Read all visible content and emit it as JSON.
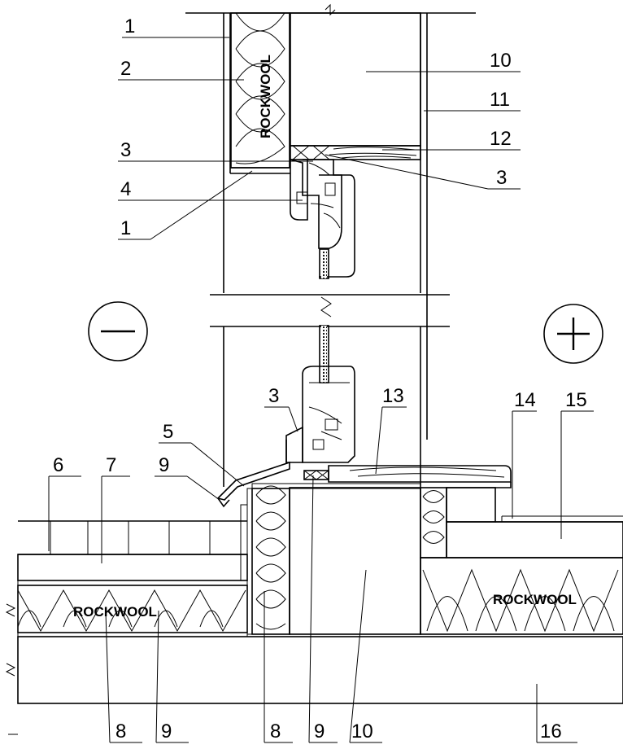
{
  "diagram": {
    "insulation_brand": "ROCKWOOL",
    "zone_outside_symbol": "—",
    "zone_inside_symbol": "+",
    "callouts": [
      {
        "id": "c1a",
        "text": "1"
      },
      {
        "id": "c2",
        "text": "2"
      },
      {
        "id": "c3a",
        "text": "3"
      },
      {
        "id": "c4",
        "text": "4"
      },
      {
        "id": "c1b",
        "text": "1"
      },
      {
        "id": "c10a",
        "text": "10"
      },
      {
        "id": "c11",
        "text": "11"
      },
      {
        "id": "c12",
        "text": "12"
      },
      {
        "id": "c3b",
        "text": "3"
      },
      {
        "id": "c3c",
        "text": "3"
      },
      {
        "id": "c13",
        "text": "13"
      },
      {
        "id": "c14",
        "text": "14"
      },
      {
        "id": "c15",
        "text": "15"
      },
      {
        "id": "c5",
        "text": "5"
      },
      {
        "id": "c6",
        "text": "6"
      },
      {
        "id": "c7",
        "text": "7"
      },
      {
        "id": "c9a",
        "text": "9"
      },
      {
        "id": "c8a",
        "text": "8"
      },
      {
        "id": "c9b",
        "text": "9"
      },
      {
        "id": "c8b",
        "text": "8"
      },
      {
        "id": "c9c",
        "text": "9"
      },
      {
        "id": "c10b",
        "text": "10"
      },
      {
        "id": "c16",
        "text": "16"
      }
    ]
  }
}
